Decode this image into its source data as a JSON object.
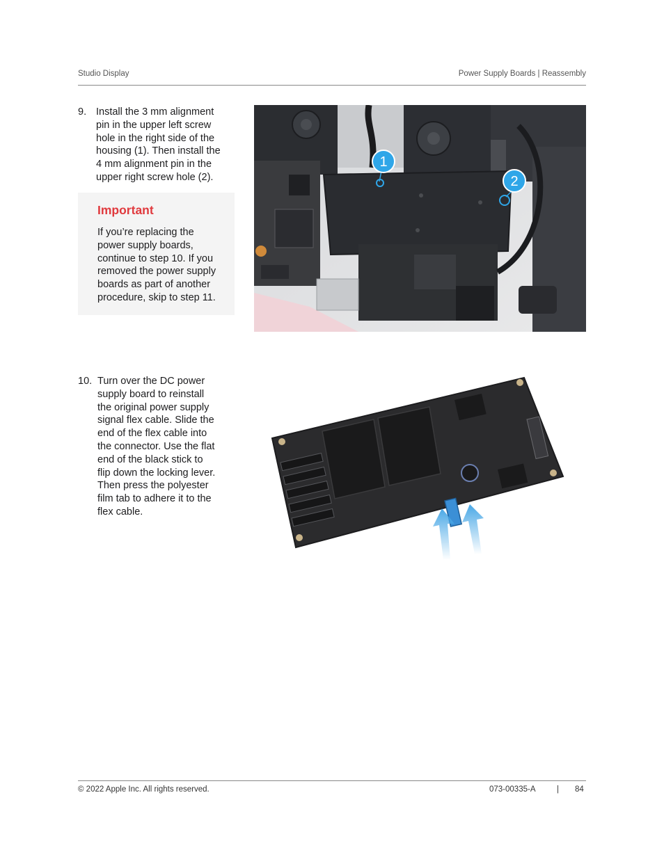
{
  "header": {
    "left": "Studio Display",
    "right": "Power Supply Boards | Reassembly"
  },
  "steps": [
    {
      "number": "9.",
      "lines": [
        "Install the 3 mm alignment",
        "pin in the upper left screw",
        "hole in the right side of the",
        "housing (1). Then install the",
        "4 mm alignment pin in the",
        "upper right screw hole (2)."
      ]
    },
    {
      "number": "10.",
      "lines": [
        "Turn over the DC power",
        "supply board to reinstall",
        "the original power supply",
        "signal flex cable. Slide the",
        "end of the flex cable into",
        "the connector. Use the flat",
        "end of the black stick to",
        "flip down the locking lever.",
        "Then press the polyester",
        "film tab to adhere it to the",
        "flex cable."
      ]
    }
  ],
  "important": {
    "title": "Important",
    "lines": [
      "If you’re replacing the",
      "power supply boards,",
      "continue to step 10. If you",
      "removed the power supply",
      "boards as part of another",
      "procedure, skip to step 11."
    ]
  },
  "callouts": [
    "1",
    "2"
  ],
  "colors": {
    "important_title": "#e03a3e",
    "callout_blue": "#2fa6e8",
    "arrow_blue": "#4aa8e6"
  },
  "footer": {
    "copyright": "© 2022 Apple Inc. All rights reserved.",
    "doc_code": "073-00335-A",
    "separator": "|",
    "page": "84"
  }
}
